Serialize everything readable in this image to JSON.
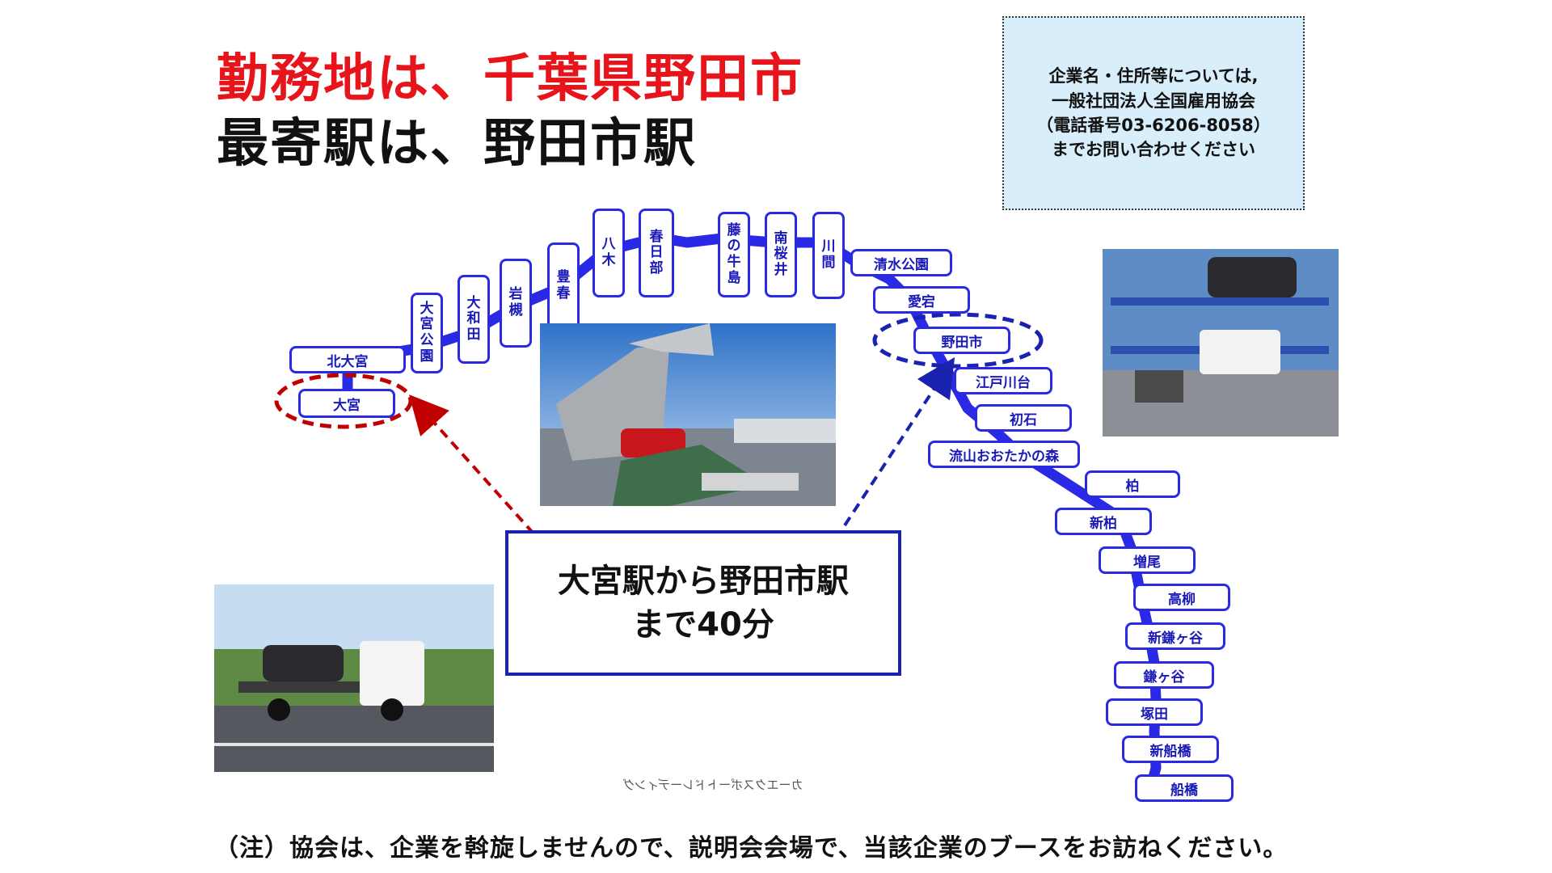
{
  "title": {
    "line1": "勤務地は、千葉県野田市",
    "line2": "最寄駅は、野田市駅"
  },
  "notice": {
    "lines": [
      "企業名・住所等については,",
      "一般社団法人全国雇用協会",
      "（電話番号03-6206-8058）",
      "までお問い合わせください"
    ]
  },
  "stations": {
    "omiya": "大宮",
    "kitaomiya": "北大宮",
    "omiyakoen": [
      "大",
      "宮",
      "公",
      "園"
    ],
    "owada": [
      "大",
      "和",
      "田"
    ],
    "iwatsuki": [
      "岩",
      "槻"
    ],
    "toyoharu": [
      "豊",
      "春"
    ],
    "yagi": [
      "八",
      "木"
    ],
    "kasukabe": [
      "春",
      "日",
      "部"
    ],
    "fujinoushijima": [
      "藤",
      "の",
      "牛",
      "島"
    ],
    "minamisakurai": [
      "南",
      "桜",
      "井"
    ],
    "kawama": [
      "川",
      "間"
    ],
    "shimizukoen": "清水公園",
    "atago": "愛宕",
    "nodashi": "野田市",
    "edogawadai": "江戸川台",
    "hatsuishi": "初石",
    "nagareyama": "流山おおたかの森",
    "kashiwa": "柏",
    "shinkashiwa": "新柏",
    "masuo": "増尾",
    "takayanagi": "高柳",
    "shinkamagaya": "新鎌ヶ谷",
    "kamagaya": "鎌ヶ谷",
    "tsukada": "塚田",
    "shinfunabashi": "新船橋",
    "funabashi": "船橋"
  },
  "callout": {
    "line1": "大宮駅から野田市駅",
    "line2": "まで40分"
  },
  "mirror_text": "カーエクスポートドレーディング",
  "footer": "（注）協会は、企業を斡旋しませんので、説明会会場で、当該企業のブースをお訪ねください。",
  "colors": {
    "red_title": "#e8141b",
    "line_blue": "#2a2ae6",
    "red_marker": "#c00000",
    "blue_marker": "#1a22b0",
    "notice_bg": "#d8eefa"
  }
}
